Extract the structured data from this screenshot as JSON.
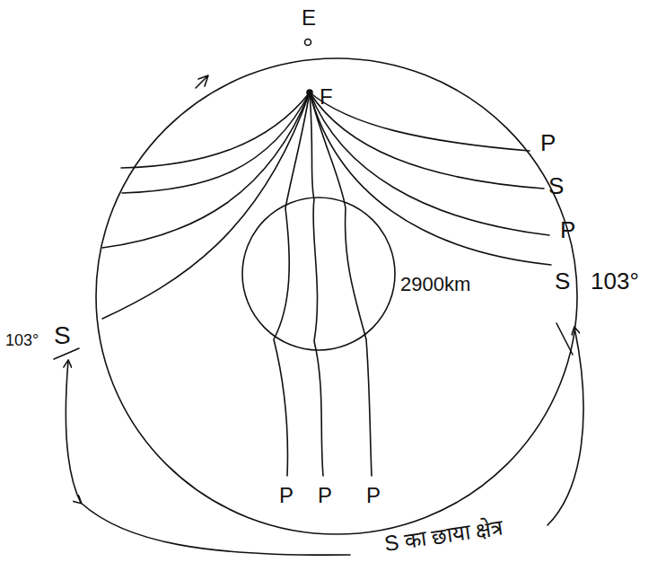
{
  "diagram": {
    "labels": [
      "E",
      "F",
      "P",
      "S",
      "P",
      "S",
      "103°",
      "2900km",
      "103°",
      "S",
      "P",
      "P",
      "P",
      "S का छाया क्षेत्र"
    ]
  }
}
